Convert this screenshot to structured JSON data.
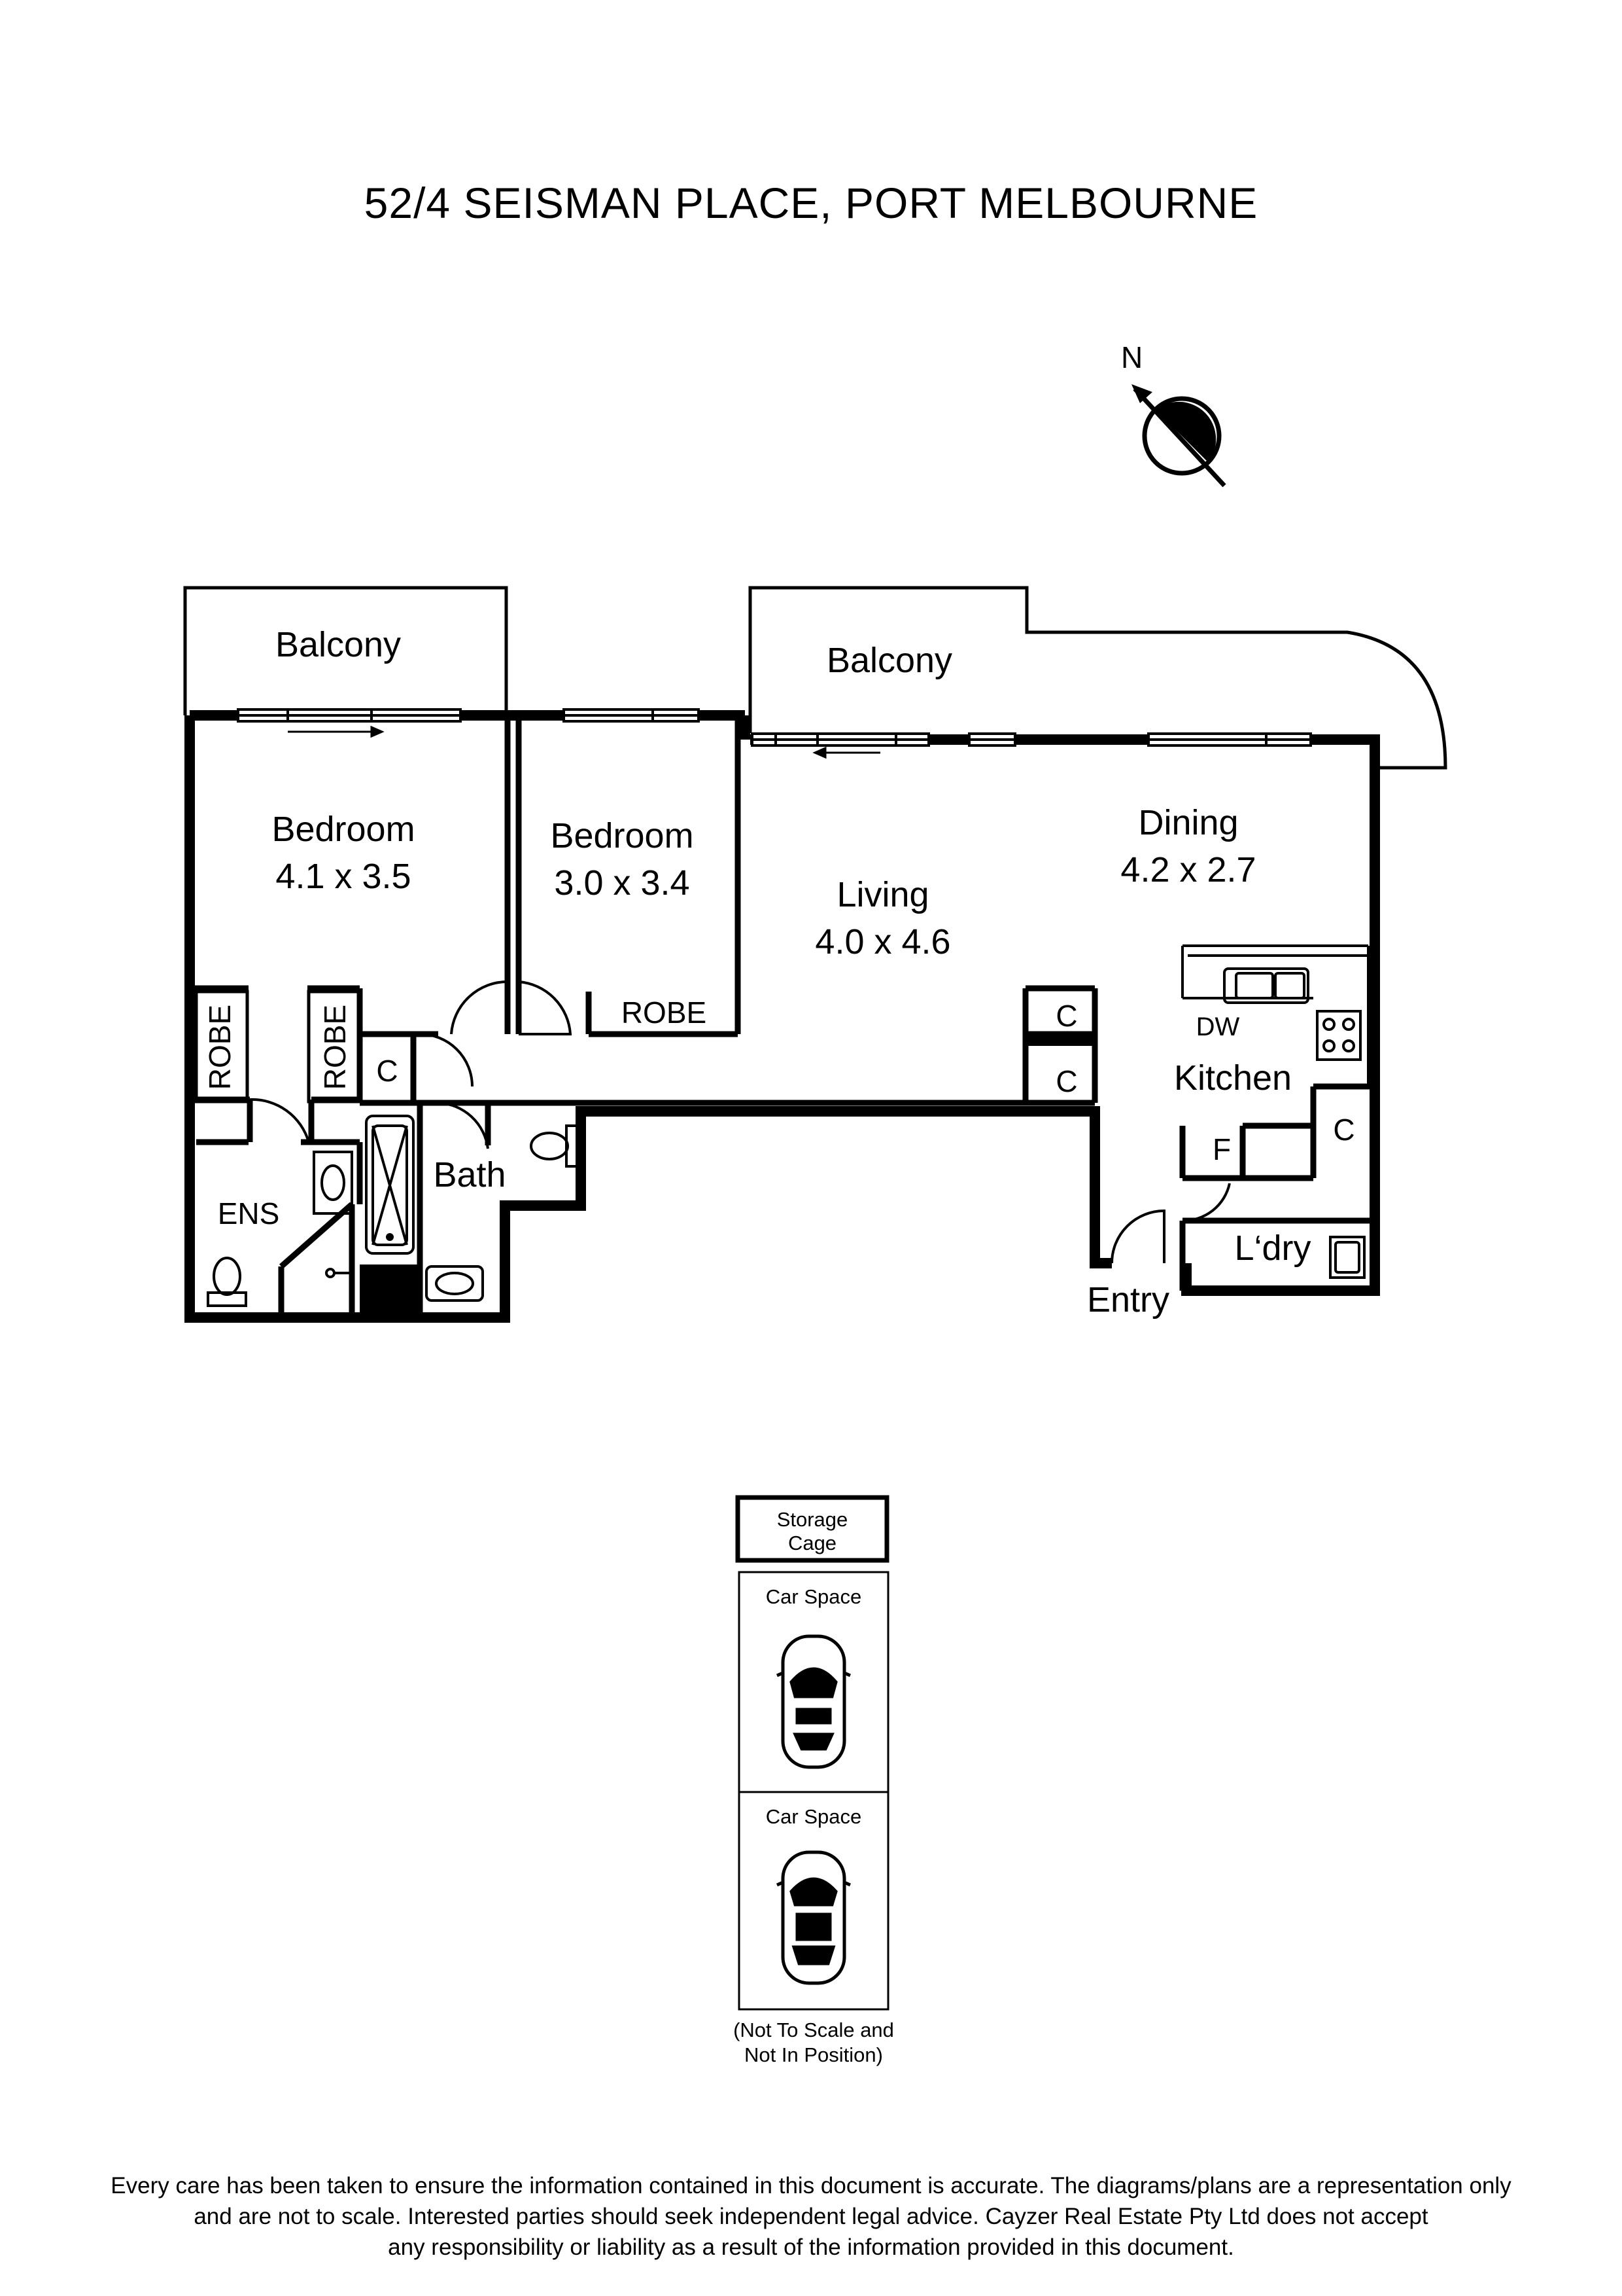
{
  "title": "52/4 SEISMAN PLACE, PORT MELBOURNE",
  "compass": {
    "label": "N"
  },
  "rooms": {
    "balcony_left": "Balcony",
    "balcony_right": "Balcony",
    "bedroom1": {
      "name": "Bedroom",
      "size": "4.1 x 3.5"
    },
    "bedroom2": {
      "name": "Bedroom",
      "size": "3.0 x 3.4"
    },
    "living": {
      "name": "Living",
      "size": "4.0 x 4.6"
    },
    "dining": {
      "name": "Dining",
      "size": "4.2 x 2.7"
    },
    "kitchen": "Kitchen",
    "dw": "DW",
    "fridge": "F",
    "laundry": "L‘dry",
    "entry": "Entry",
    "bath": "Bath",
    "ensuite": "ENS",
    "robe_bed2": "ROBE",
    "robe_left1": "ROBE",
    "robe_left2": "ROBE",
    "cupboard_hall": "C",
    "cupboard_living1": "C",
    "cupboard_living2": "C",
    "cupboard_kitchen": "C"
  },
  "storage": {
    "storage_cage": [
      "Storage",
      "Cage"
    ],
    "car_space_1": "Car Space",
    "car_space_2": "Car Space",
    "note": [
      "(Not To Scale and",
      "Not In Position)"
    ]
  },
  "disclaimer": [
    "Every care has been taken to ensure the information contained in this document is accurate. The diagrams/plans are a representation only",
    "and are not to scale. Interested parties should seek independent legal advice. Cayzer Real Estate Pty Ltd does not accept",
    "any responsibility or liability as a result of the information provided in this document."
  ]
}
